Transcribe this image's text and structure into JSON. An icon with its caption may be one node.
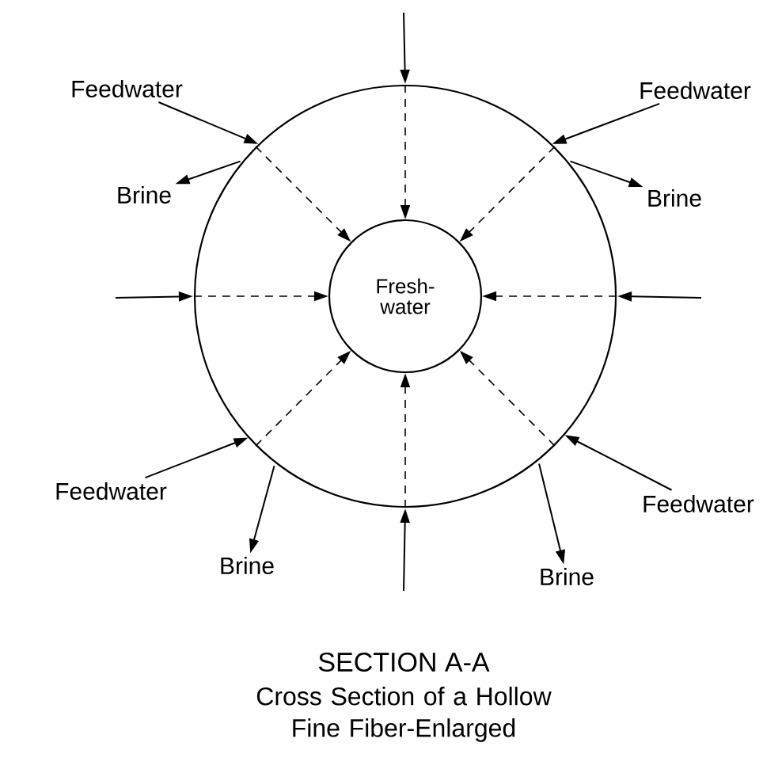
{
  "diagram": {
    "title": "SECTION A-A",
    "caption": "Cross Section of a Hollow Fine Fiber-Enlarged",
    "nodes": [
      {
        "text": [],
        "shape": "circle"
      },
      {
        "text": [
          "Fresh-water"
        ],
        "in": 0
      },
      {
        "text": [
          "Feedwater"
        ]
      },
      {
        "text": [
          "Brine"
        ]
      },
      {
        "text": [
          "Feedwater"
        ]
      },
      {
        "text": [
          "Brine"
        ]
      },
      {
        "text": [
          "Feedwater"
        ]
      },
      {
        "text": [
          "Brine"
        ]
      },
      {
        "text": [
          "Feedwater"
        ]
      },
      {
        "text": [
          "Brine"
        ]
      }
    ],
    "edges": [
      {
        "from": null,
        "to": 0,
        "arrow": "to"
      },
      {
        "from": 2,
        "to": 0,
        "arrow": "to"
      },
      {
        "from": 0,
        "to": 3,
        "arrow": "to"
      },
      {
        "from": 4,
        "to": 0,
        "arrow": "to"
      },
      {
        "from": 0,
        "to": 5,
        "arrow": "to"
      },
      {
        "from": null,
        "to": 0,
        "arrow": "to"
      },
      {
        "from": null,
        "to": 0,
        "arrow": "to"
      },
      {
        "from": 6,
        "to": 0,
        "arrow": "to"
      },
      {
        "from": 0,
        "to": 7,
        "arrow": "to"
      },
      {
        "from": 8,
        "to": 0,
        "arrow": "to"
      },
      {
        "from": 0,
        "to": 9,
        "arrow": "to"
      },
      {
        "from": null,
        "to": 0,
        "arrow": "to"
      },
      {
        "from": 0,
        "to": 1,
        "arrow": "to",
        "style": "dashed"
      },
      {
        "from": 0,
        "to": 1,
        "arrow": "to",
        "style": "dashed"
      },
      {
        "from": 0,
        "to": 1,
        "arrow": "to",
        "style": "dashed"
      },
      {
        "from": 0,
        "to": 1,
        "arrow": "to",
        "style": "dashed"
      },
      {
        "from": 0,
        "to": 1,
        "arrow": "to",
        "style": "dashed"
      },
      {
        "from": 0,
        "to": 1,
        "arrow": "to",
        "style": "dashed"
      },
      {
        "from": 0,
        "to": 1,
        "arrow": "to",
        "style": "dashed"
      },
      {
        "from": 0,
        "to": 1,
        "arrow": "to",
        "style": "dashed"
      }
    ]
  }
}
